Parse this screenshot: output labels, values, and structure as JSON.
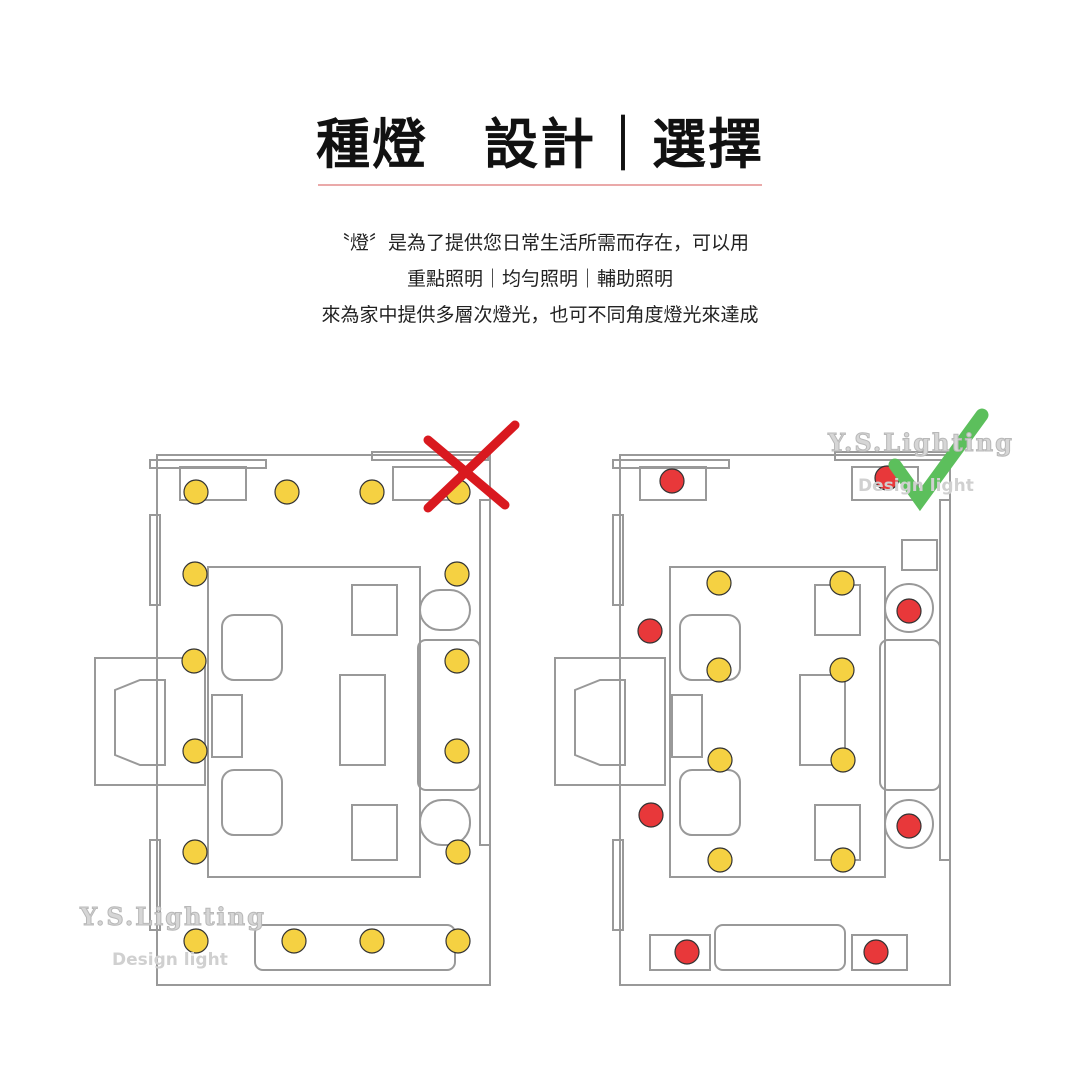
{
  "title": "種燈　設計｜選擇",
  "description": [
    "〝燈〞是為了提供您日常生活所需而存在，可以用",
    "重點照明｜均勻照明｜輔助照明",
    "來為家中提供多層次燈光，也可不同角度燈光來達成"
  ],
  "watermark": {
    "brand": "Y.S.Lighting",
    "tagline": "Design light"
  },
  "plans": [
    {
      "verdict": "wrong",
      "mark": "x-mark",
      "lights": {
        "yellow": 16,
        "red": 0
      }
    },
    {
      "verdict": "correct",
      "mark": "check-mark",
      "lights": {
        "yellow": 8,
        "red": 8
      }
    }
  ],
  "colors": {
    "yellow": "#f5d142",
    "red": "#e8383a",
    "x": "#d9191f",
    "check": "#5cbf5c",
    "rule": "#eaa9a9"
  }
}
